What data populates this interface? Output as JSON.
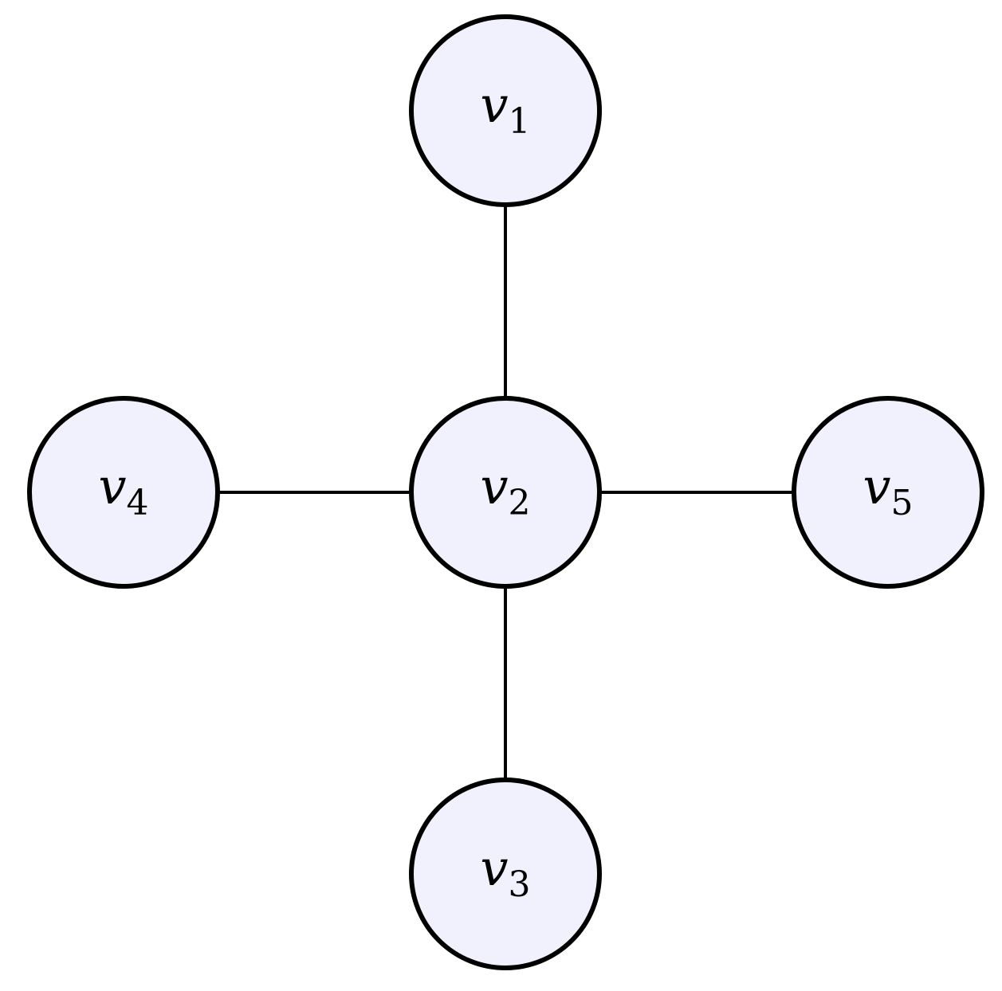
{
  "graph": {
    "node_fill": "#f0f1fc",
    "node_stroke": "#000000",
    "edge_color": "#000000",
    "nodes": [
      {
        "id": "v1",
        "var": "v",
        "sub": "1"
      },
      {
        "id": "v2",
        "var": "v",
        "sub": "2"
      },
      {
        "id": "v3",
        "var": "v",
        "sub": "3"
      },
      {
        "id": "v4",
        "var": "v",
        "sub": "4"
      },
      {
        "id": "v5",
        "var": "v",
        "sub": "5"
      }
    ],
    "edges": [
      {
        "from": "v2",
        "to": "v1"
      },
      {
        "from": "v2",
        "to": "v3"
      },
      {
        "from": "v2",
        "to": "v4"
      },
      {
        "from": "v2",
        "to": "v5"
      }
    ]
  }
}
